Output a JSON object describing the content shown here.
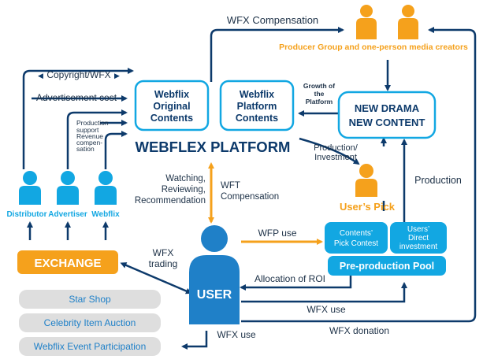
{
  "colors": {
    "navy": "#0d3a6b",
    "cyan": "#12a7e2",
    "blue": "#1f80c8",
    "orange": "#f5a11c",
    "grey": "#dedede",
    "text": "#1d3147"
  },
  "labels": {
    "wfx_compensation": "WFX Compensation",
    "producer_group": "Producer Group and one-person media creators",
    "copyright_wfx": "Copyright/WFX",
    "advertisement_cost": "Advertisement cost",
    "production_support_1": "Production",
    "production_support_2": "support",
    "revenue_comp_1": "Revenue",
    "revenue_comp_2": "compen-",
    "revenue_comp_3": "sation",
    "growth_1": "Growth of",
    "growth_2": "the",
    "growth_3": "Platform",
    "original_1": "Webflix",
    "original_2": "Original",
    "original_3": "Contents",
    "platform_1": "Webflix",
    "platform_2": "Platform",
    "platform_3": "Contents",
    "new_drama": "NEW DRAMA",
    "new_content": "NEW CONTENT",
    "webflex_platform": "WEBFLEX PLATFORM",
    "production_investment_1": "Production/",
    "production_investment_2": "Investment",
    "users_pick": "User’s Pick",
    "production": "Production",
    "watching_1": "Watching,",
    "watching_2": "Reviewing,",
    "watching_3": "Recommendation",
    "wft_1": "WFT",
    "wft_2": "Compensation",
    "distributor": "Distributor",
    "advertiser": "Advertiser",
    "webflix": "Webflix",
    "wfp_use": "WFP use",
    "contents_pick_1": "Contents’",
    "contents_pick_2": "Pick Contest",
    "users_direct_1": "Users’",
    "users_direct_2": "Direct",
    "users_direct_3": "investment",
    "preproduction_pool": "Pre-production Pool",
    "exchange": "EXCHANGE",
    "wfx_trading_1": "WFX",
    "wfx_trading_2": "trading",
    "user": "USER",
    "allocation_roi": "Allocation of ROI",
    "wfx_use_1": "WFX use",
    "wfx_donation": "WFX donation",
    "wfx_use_2": "WFX use",
    "star_shop": "Star Shop",
    "celebrity_auction": "Celebrity Item Auction",
    "event_participation": "Webflix Event Participation"
  }
}
